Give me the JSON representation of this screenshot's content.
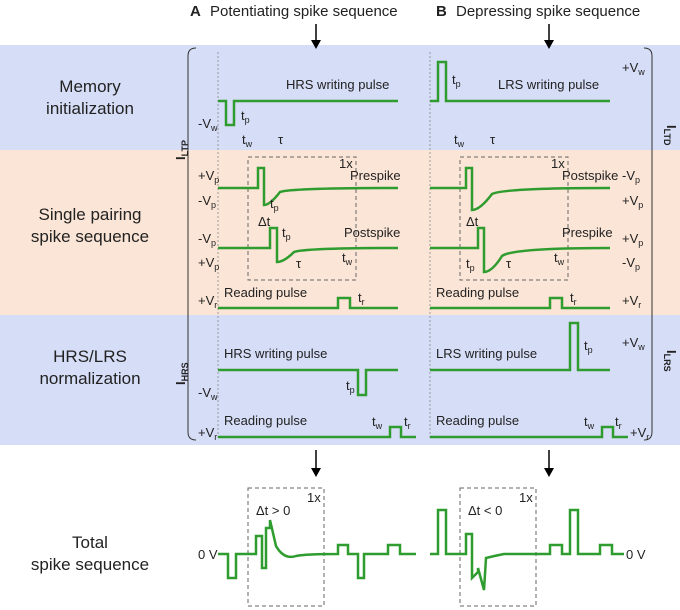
{
  "header": {
    "a_letter": "A",
    "a_title": "Potentiating spike sequence",
    "b_letter": "B",
    "b_title": "Depressing spike sequence"
  },
  "rows": {
    "memory_init": [
      "Memory",
      "initialization"
    ],
    "single_pairing": [
      "Single pairing",
      "spike sequence"
    ],
    "normalization": [
      "HRS/LRS",
      "normalization"
    ],
    "total": [
      "Total",
      "spike sequence"
    ]
  },
  "labels": {
    "hrs_writing_pulse": "HRS writing pulse",
    "lrs_writing_pulse": "LRS writing pulse",
    "prespike": "Prespike",
    "postspike": "Postspike",
    "reading_pulse": "Reading pulse",
    "one_x": "1x",
    "tau": "τ",
    "dt_pos": "Δt > 0",
    "dt_neg": "Δt < 0",
    "zero_v": "0 V",
    "vw_pos": "+V",
    "vw_neg": "-V",
    "vp_pos": "+V",
    "vp_neg": "-V",
    "vr_pos": "+V",
    "sub_w": "w",
    "sub_p": "p",
    "sub_r": "r",
    "t": "t",
    "dt": "Δt",
    "i_ltp": "I",
    "i_ltp_sub": "LTP",
    "i_ltd": "I",
    "i_ltd_sub": "LTD",
    "i_hrs": "I",
    "i_hrs_sub": "HRS",
    "i_lrs": "I",
    "i_lrs_sub": "LRS"
  },
  "colors": {
    "row_blue": "#d6ddf7",
    "row_orange": "#fbe5d6",
    "signal": "#2e9c2e",
    "dash": "#666666"
  }
}
